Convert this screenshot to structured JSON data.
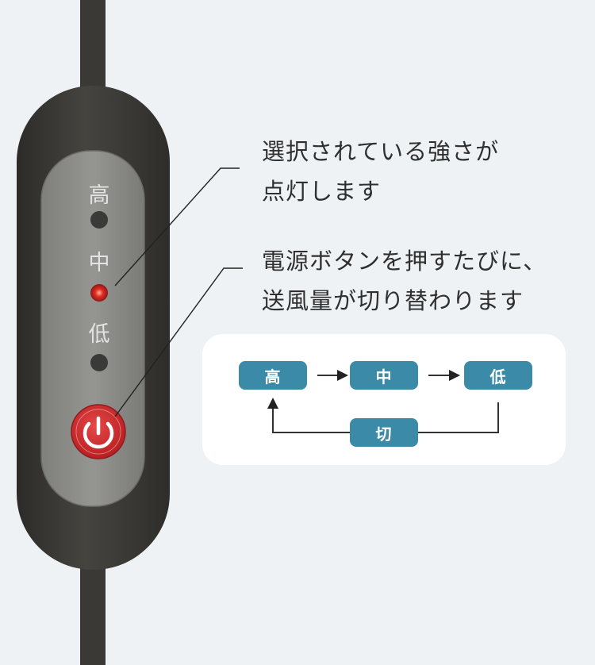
{
  "device": {
    "labels": {
      "high": "高",
      "mid": "中",
      "low": "低"
    },
    "active_level": "中",
    "colors": {
      "body": "#3b3a37",
      "panel": "#8d8d8a",
      "led_active": "#e42a22",
      "power_button": "#d93131"
    }
  },
  "callouts": [
    {
      "lines": [
        "選択されている強さが",
        "点灯します"
      ]
    },
    {
      "lines": [
        "電源ボタンを押すたびに、",
        "送風量が切り替わります"
      ]
    }
  ],
  "flow": {
    "steps": [
      "高",
      "中",
      "低",
      "切"
    ],
    "colors": {
      "pill": "#3a8aa8",
      "pill_text": "#ffffff",
      "line": "#333333"
    }
  }
}
